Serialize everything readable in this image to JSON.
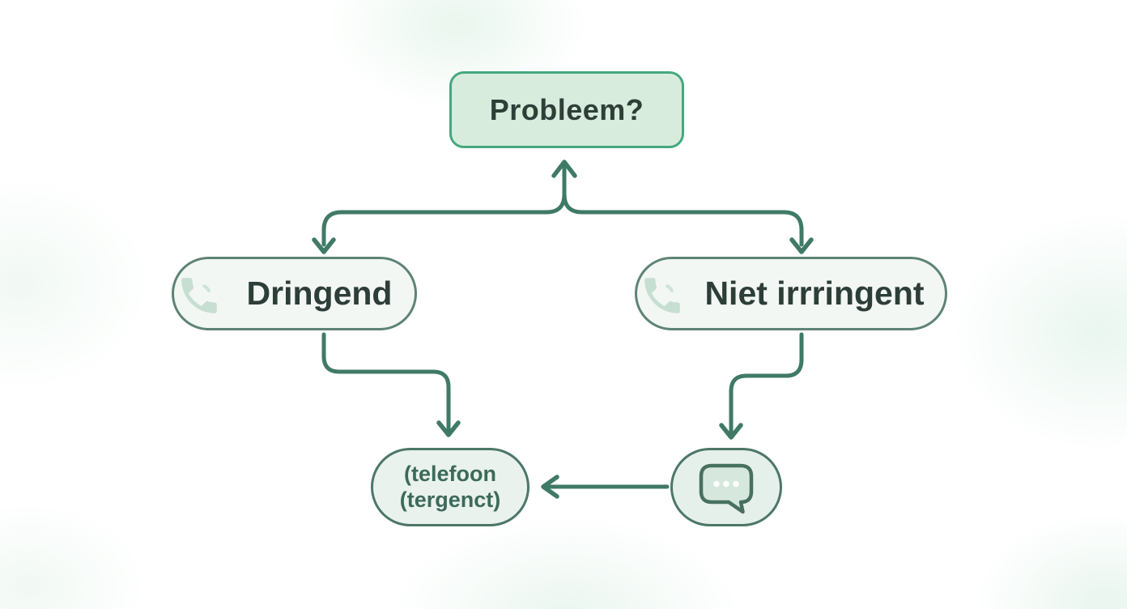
{
  "diagram": {
    "type": "flowchart",
    "nodes": {
      "probleem": {
        "label": "Probleem?",
        "shape": "rounded-rectangle",
        "role": "root-question"
      },
      "dringend": {
        "label": "Dringend",
        "icon": "phone-icon",
        "shape": "pill"
      },
      "niet_dringend": {
        "label": "Niet irrringent",
        "icon": "phone-icon",
        "shape": "pill"
      },
      "telefoon": {
        "line1": "(telefoon",
        "line2": "(tergenct)",
        "shape": "pill"
      },
      "chat": {
        "label": "",
        "icon": "chat-bubble-dots-icon",
        "shape": "pill"
      }
    },
    "edges": [
      {
        "from": "branch-point",
        "to": "probleem",
        "arrow": "up"
      },
      {
        "from": "branch-point",
        "to": "dringend",
        "arrow": "down"
      },
      {
        "from": "branch-point",
        "to": "niet_dringend",
        "arrow": "down"
      },
      {
        "from": "dringend",
        "to": "telefoon",
        "arrow": "down"
      },
      {
        "from": "niet_dringend",
        "to": "chat",
        "arrow": "down"
      },
      {
        "from": "chat",
        "to": "telefoon",
        "arrow": "left"
      }
    ],
    "colors": {
      "edge_line": "#3f7a67",
      "root_fill": "#d8ecdd",
      "root_border": "#45a87e",
      "pill_fill": "#f2f7f4",
      "pill_border": "#5e8374",
      "leaf_fill": "#eaf2ed",
      "leaf_border": "#4c7768",
      "text_dark": "#2d3d37",
      "text_teal": "#3c6a5a",
      "phone_icon_tint": "#c7ded2",
      "bubble_fill": "#d6e8dd",
      "background": "#ffffff"
    }
  }
}
